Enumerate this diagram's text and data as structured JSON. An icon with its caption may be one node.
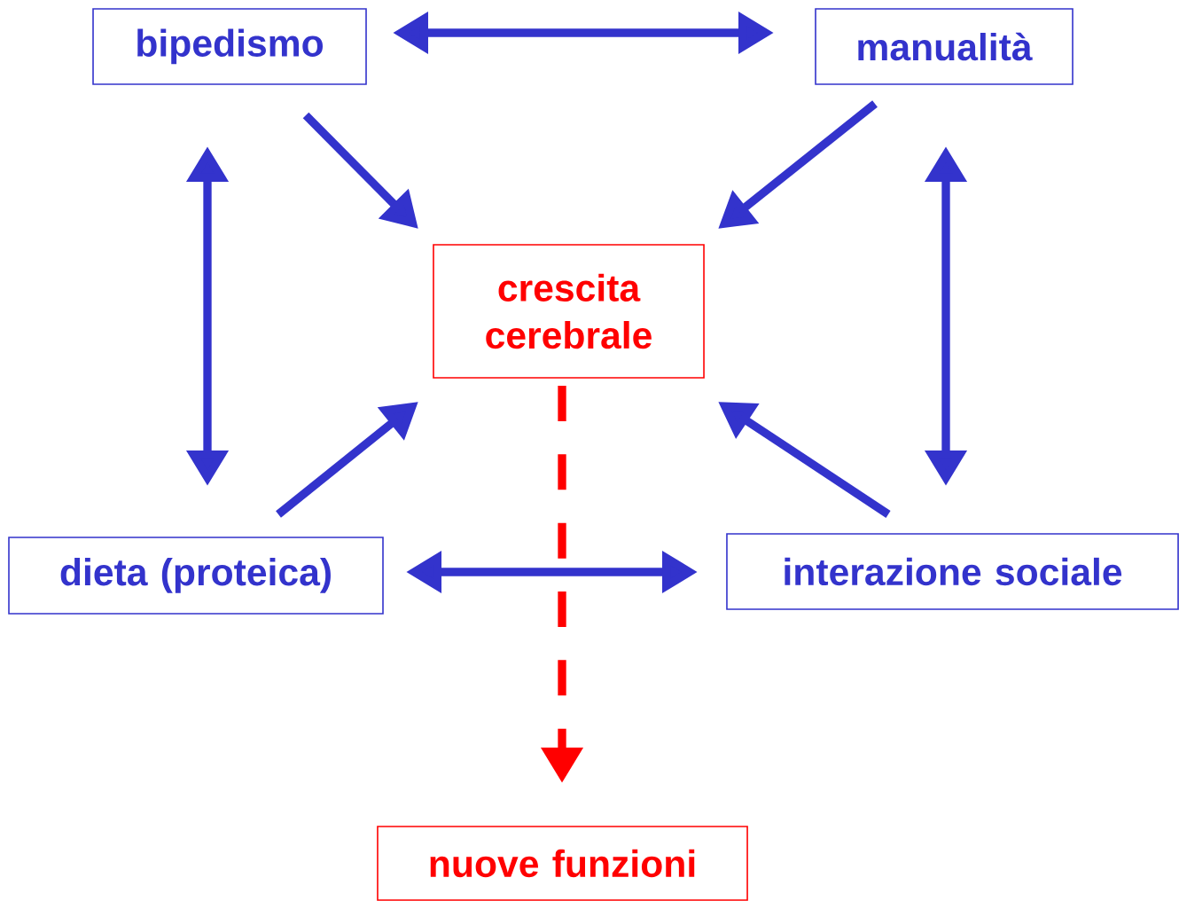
{
  "diagram": {
    "nodes": [
      {
        "text": [
          "bipedismo"
        ]
      },
      {
        "text": [
          "manualità"
        ]
      },
      {
        "text": [
          "crescita cerebrale"
        ]
      },
      {
        "text": [
          "dieta (proteica)"
        ]
      },
      {
        "text": [
          "interazione sociale"
        ]
      },
      {
        "text": [
          "nuove funzioni"
        ]
      }
    ],
    "edges": [
      {
        "from": 0,
        "to": 1,
        "arrow": "both"
      },
      {
        "from": 0,
        "to": 2,
        "arrow": "to"
      },
      {
        "from": 1,
        "to": 2,
        "arrow": "to"
      },
      {
        "from": 0,
        "to": 3,
        "arrow": "both"
      },
      {
        "from": 1,
        "to": 4,
        "arrow": "both"
      },
      {
        "from": 3,
        "to": 2,
        "arrow": "to"
      },
      {
        "from": 4,
        "to": 2,
        "arrow": "to"
      },
      {
        "from": 3,
        "to": 4,
        "arrow": "both"
      },
      {
        "from": 2,
        "to": 5,
        "arrow": "to",
        "style": "dashed",
        "color": "#ff0000"
      }
    ]
  }
}
